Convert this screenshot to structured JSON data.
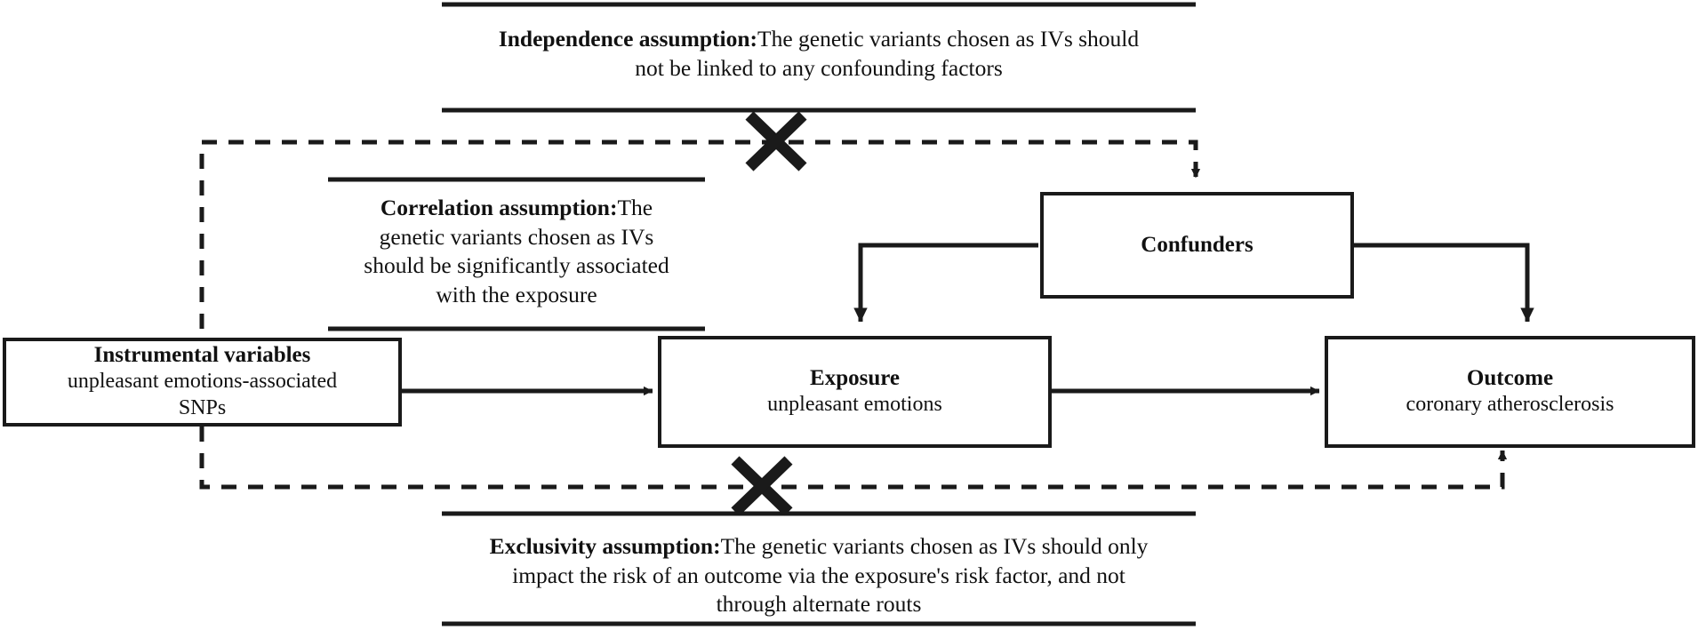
{
  "diagram": {
    "title": "Mendelian randomization assumptions diagram",
    "colors": {
      "line": "#1a1a1a",
      "background": "#ffffff",
      "text": "#111111"
    },
    "nodes": [
      {
        "id": "instrumental-variables",
        "title": "Instrumental variables",
        "subtitle": "unpleasant emotions-associated",
        "subtitle2": "SNPs"
      },
      {
        "id": "exposure",
        "title": "Exposure",
        "subtitle": "unpleasant emotions",
        "subtitle2": ""
      },
      {
        "id": "outcome",
        "title": "Outcome",
        "subtitle": "coronary atherosclerosis",
        "subtitle2": ""
      },
      {
        "id": "confounders",
        "title": "Confunders",
        "subtitle": "",
        "subtitle2": ""
      }
    ],
    "assumptions": [
      {
        "id": "independence",
        "lead": "Independence assumption:",
        "line1": "The genetic variants chosen as IVs should",
        "line2": "not be linked  to any confounding factors",
        "line3": ""
      },
      {
        "id": "correlation",
        "lead": "Correlation assumption:",
        "line1": "The",
        "line2": "genetic variants chosen as IVs",
        "line3": "should be significantly associated",
        "line4": "with the exposure"
      },
      {
        "id": "exclusivity",
        "lead": "Exclusivity assumption:",
        "line1": "The genetic variants chosen as IVs should only",
        "line2": "impact the risk of an outcome via the exposure's risk factor, and not",
        "line3": "through alternate routs"
      }
    ],
    "markers": {
      "blocked_top": "x-mark",
      "blocked_bottom": "x-mark"
    }
  }
}
